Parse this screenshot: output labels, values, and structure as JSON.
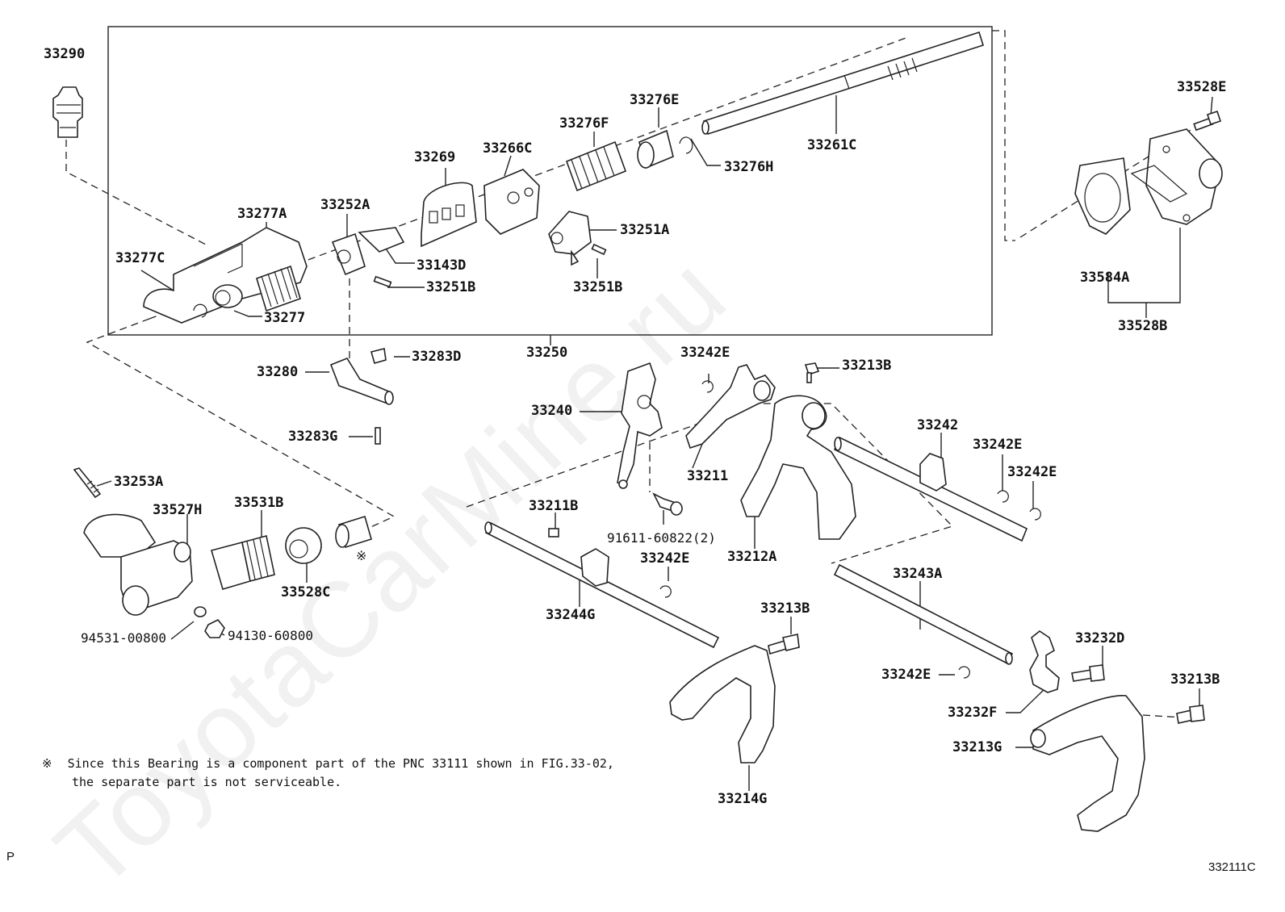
{
  "diagram": {
    "labels": {
      "l33290": "33290",
      "l33277C": "33277C",
      "l33277A": "33277A",
      "l33277": "33277",
      "l33252A": "33252A",
      "l33143D": "33143D",
      "l33251B_a": "33251B",
      "l33269": "33269",
      "l33266C": "33266C",
      "l33251A": "33251A",
      "l33251B_b": "33251B",
      "l33276F": "33276F",
      "l33276E": "33276E",
      "l33276H": "33276H",
      "l33261C": "33261C",
      "l33250": "33250",
      "l33528E": "33528E",
      "l33584A": "33584A",
      "l33528B": "33528B",
      "l33280": "33280",
      "l33283D": "33283D",
      "l33283G": "33283G",
      "l33253A": "33253A",
      "l33527H": "33527H",
      "l33531B": "33531B",
      "l33528C": "33528C",
      "l94531": "94531-00800",
      "l94130": "94130-60800",
      "lstar": "※",
      "l33242E_a": "33242E",
      "l33213B_a": "33213B",
      "l33240": "33240",
      "l33211": "33211",
      "l33211B": "33211B",
      "l91611": "91611-60822(2)",
      "l33242E_b": "33242E",
      "l33212A": "33212A",
      "l33242": "33242",
      "l33242E_c": "33242E",
      "l33242E_d": "33242E",
      "l33244G": "33244G",
      "l33213B_b": "33213B",
      "l33243A": "33243A",
      "l33232D": "33232D",
      "l33242E_e": "33242E",
      "l33232F": "33232F",
      "l33213B_c": "33213B",
      "l33213G": "33213G",
      "l33214G": "33214G"
    },
    "note": {
      "mark": "※",
      "line1": "Since this Bearing is a component part of the PNC 33111 shown in FIG.33-02,",
      "line2": "the separate part is not serviceable."
    },
    "corner_left": "P",
    "figure_code": "332111C",
    "watermark": "ToyotaCarMine.ru"
  }
}
